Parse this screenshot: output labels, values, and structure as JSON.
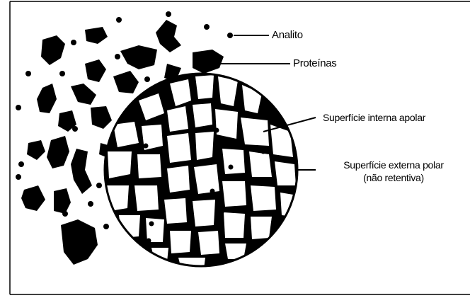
{
  "labels": {
    "analyte": "Analito",
    "proteins": "Proteínas",
    "internal_surface": "Superfície interna apolar",
    "external_surface_line1": "Superfície externa polar",
    "external_surface_line2": "(não retentiva)"
  },
  "colors": {
    "ink": "#000000",
    "background": "#ffffff"
  }
}
